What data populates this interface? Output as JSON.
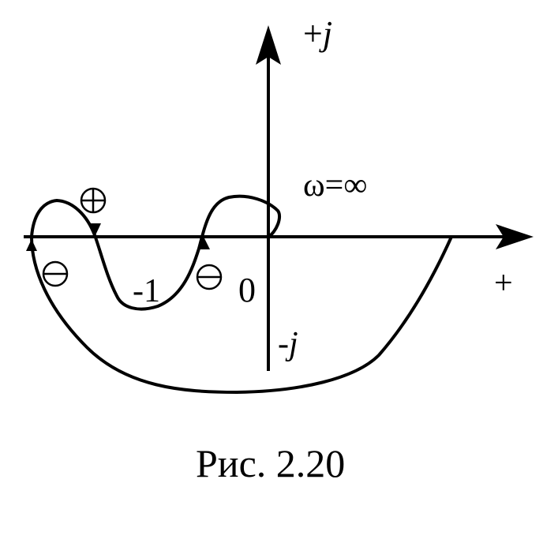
{
  "labels": {
    "imag_positive": "+j",
    "imag_negative": "-j",
    "real_positive": "+",
    "origin": "0",
    "minus_one": "-1",
    "omega": "ω=∞",
    "caption": "Рис. 2.20"
  },
  "signs": {
    "plus": "⊕",
    "minus": "⊖"
  }
}
